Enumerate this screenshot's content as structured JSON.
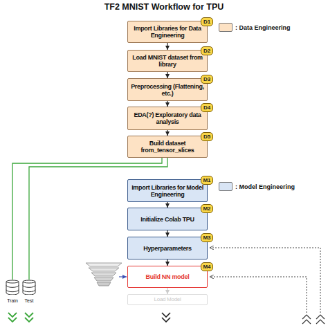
{
  "diagram": {
    "title": "TF2 MNIST Workflow for TPU",
    "nodes": [
      {
        "text": [
          "Import Libraries for Data Engineering"
        ]
      },
      {
        "text": [
          "Load MNIST dataset from library"
        ]
      },
      {
        "text": [
          "Preprocessing (Flattening, etc.)"
        ]
      },
      {
        "text": [
          "EDA(?) Exploratory data analysis"
        ]
      },
      {
        "text": [
          "Build dataset from_tensor_slices"
        ]
      },
      {
        "text": [
          "Import Libraries for Model Engineering"
        ]
      },
      {
        "text": [
          "Initialize Colab TPU"
        ]
      },
      {
        "text": [
          "Hyperparameters"
        ]
      },
      {
        "text": [
          "Build NN model"
        ]
      },
      {
        "text": [
          "Load Model"
        ]
      },
      {
        "text": [
          "Train"
        ]
      },
      {
        "text": [
          "Test"
        ]
      }
    ],
    "edges": [
      {
        "from": 0,
        "to": 1,
        "arrow": "to"
      },
      {
        "from": 1,
        "to": 2,
        "arrow": "to"
      },
      {
        "from": 2,
        "to": 3,
        "arrow": "to"
      },
      {
        "from": 3,
        "to": 4,
        "arrow": "to"
      },
      {
        "from": 5,
        "to": 6,
        "arrow": "to"
      },
      {
        "from": 6,
        "to": 7,
        "arrow": "to"
      },
      {
        "from": 7,
        "to": 8,
        "arrow": "to"
      },
      {
        "from": 8,
        "to": 9,
        "arrow": "to"
      },
      {
        "from": 4,
        "to": 10,
        "arrow": "none"
      },
      {
        "from": 4,
        "to": 11,
        "arrow": "none"
      }
    ],
    "labels": [
      "D1",
      "D2",
      "D3",
      "D4",
      "D5",
      "M1",
      "M2",
      "M3",
      "M4"
    ],
    "legend": [
      {
        "text": ": Data Engineering",
        "color": "#fde2c4"
      },
      {
        "text": ": Model Engineering",
        "color": "#d9e5f5"
      }
    ]
  }
}
